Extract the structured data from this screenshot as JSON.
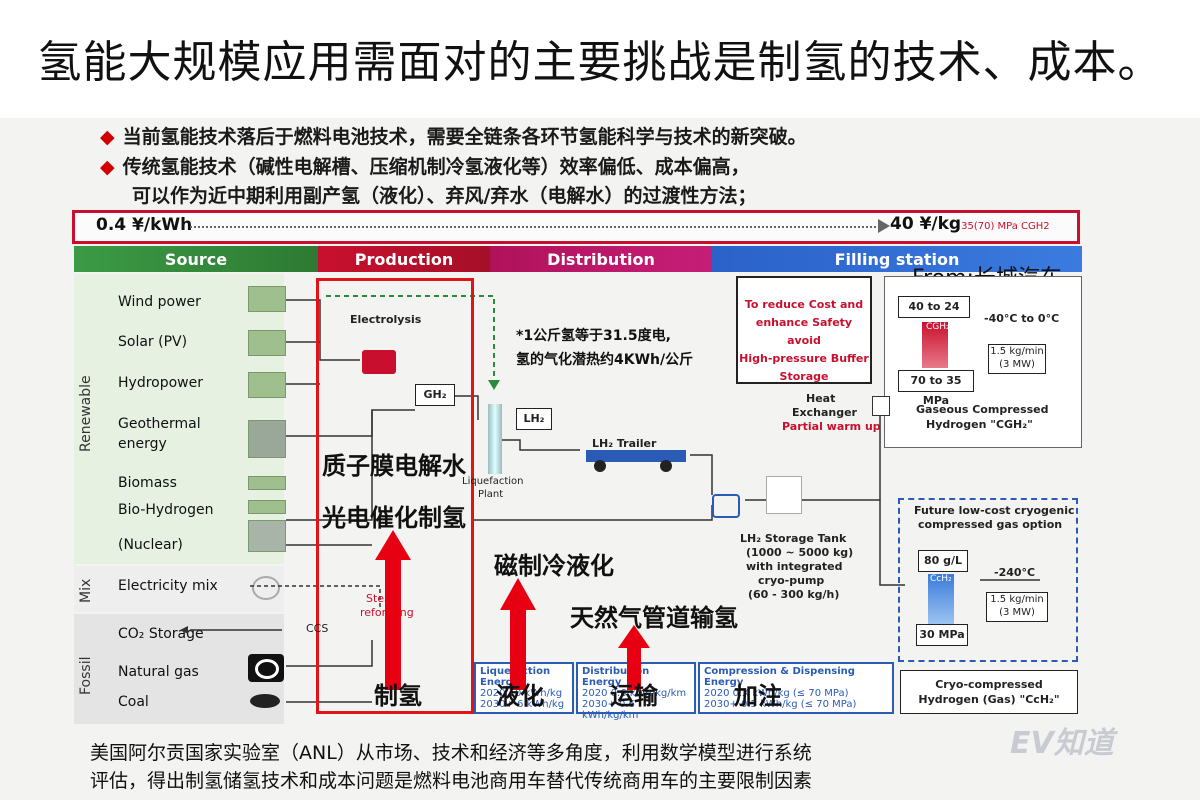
{
  "title": "氢能大规模应用需面对的主要挑战是制氢的技术、成本。",
  "bullets": [
    "当前氢能技术落后于燃料电池技术，需要全链条各环节氢能科学与技术的新突破。",
    "传统氢能技术（碱性电解槽、压缩机制冷氢液化等）效率偏低、成本偏高，",
    "可以作为近中期利用副产氢（液化）、弃风/弃水（电解水）的过渡性方法；"
  ],
  "bullet_marker": "◆",
  "cost": {
    "left": "0.4 ¥/kWh",
    "right": "40 ¥/kg",
    "right_sub": "35(70) MPa CGH2"
  },
  "stages": [
    "Source",
    "Production",
    "Distribution",
    "Filling station"
  ],
  "stage_colors": [
    "#2e8b3a",
    "#c8102e",
    "#c61e78",
    "#2a62c9"
  ],
  "from_label": "From:长城汽车",
  "groups": {
    "renewable": "Renewable",
    "mix": "Mix",
    "fossil": "Fossil"
  },
  "sources": {
    "wind": "Wind power",
    "solar": "Solar (PV)",
    "hydro": "Hydropower",
    "geo1": "Geothermal",
    "geo2": "energy",
    "biomass": "Biomass",
    "biohydrogen": "Bio-Hydrogen",
    "nuclear": "(Nuclear)",
    "elecmix": "Electricity mix",
    "co2": "CO₂ Storage",
    "natgas": "Natural gas",
    "coal": "Coal"
  },
  "production": {
    "electrolysis": "Electrolysis",
    "gh2": "GH₂",
    "ccs": "CCS",
    "steam1": "Steam",
    "steam2": "reforming",
    "liq1": "Liquefaction",
    "liq2": "Plant",
    "lh2": "LH₂"
  },
  "note1": "*1公斤氢等于31.5度电,",
  "note2": "氢的气化潜热约4KWh/公斤",
  "distribution": {
    "trailer": "LH₂ Trailer",
    "tank1": "LH₂ Storage Tank",
    "tank2": "(1000 ~ 5000 kg)",
    "tank3": "with integrated",
    "tank4": "cryo-pump",
    "tank5": "(60 - 300 kg/h)"
  },
  "filling": {
    "reduce1": "To reduce Cost and",
    "reduce2": "enhance Safety avoid",
    "reduce3": "High-pressure Buffer",
    "reduce4": "Storage",
    "g40": "40 to 24 g/L",
    "cgh2": "CGH₂",
    "p70": "70 to 35 MPa",
    "temp1": "-40°C to 0°C",
    "rate1a": "1.5 kg/min",
    "rate1b": "(3 MW)",
    "heat1": "Heat",
    "heat2": "Exchanger",
    "heat3": "Partial warm up",
    "gas1": "Gaseous Compressed",
    "gas2": "Hydrogen \"CGH₂\"",
    "future1": "Future low-cost cryogenic",
    "future2": "compressed gas option",
    "g80": "80 g/L",
    "cch2": "CcH₂",
    "p30": "30 MPa",
    "temp2": "-240°C",
    "rate2a": "1.5 kg/min",
    "rate2b": "(3 MW)",
    "cryo1": "Cryo-compressed",
    "cryo2": "Hydrogen (Gas) \"CcH₂\""
  },
  "overlays": {
    "pem": "质子膜电解水",
    "photo": "光电催化制氢",
    "magnetic": "磁制冷液化",
    "pipeline": "天然气管道输氢",
    "make": "制氢",
    "liquefy": "液化",
    "transport": "运输",
    "fill": "加注"
  },
  "energy": {
    "liq": {
      "title": "Liquefaction Energy",
      "r1": "2020  10 kWh/kg",
      "r2": "2030+  6 kWh/kg"
    },
    "dist": {
      "title": "Distribution Energy",
      "r1": "2020  0.6 kWh/kg/km",
      "r2": "2030+  0.6 kWh/kg/km"
    },
    "comp": {
      "title": "Compression & Dispensing Energy",
      "r1": "2020  0.X kWh/kg (≤ 70 MPa)",
      "r2": "2030+  0.5 kWh/kg (≤ 70 MPa)"
    }
  },
  "caption1": "美国阿尔贡国家实验室（ANL）从市场、技术和经济等多角度，利用数学模型进行系统",
  "caption2": "评估，得出制氢储氢技术和成本问题是燃料电池商用车替代传统商用车的主要限制因素",
  "watermark": "EV知道"
}
